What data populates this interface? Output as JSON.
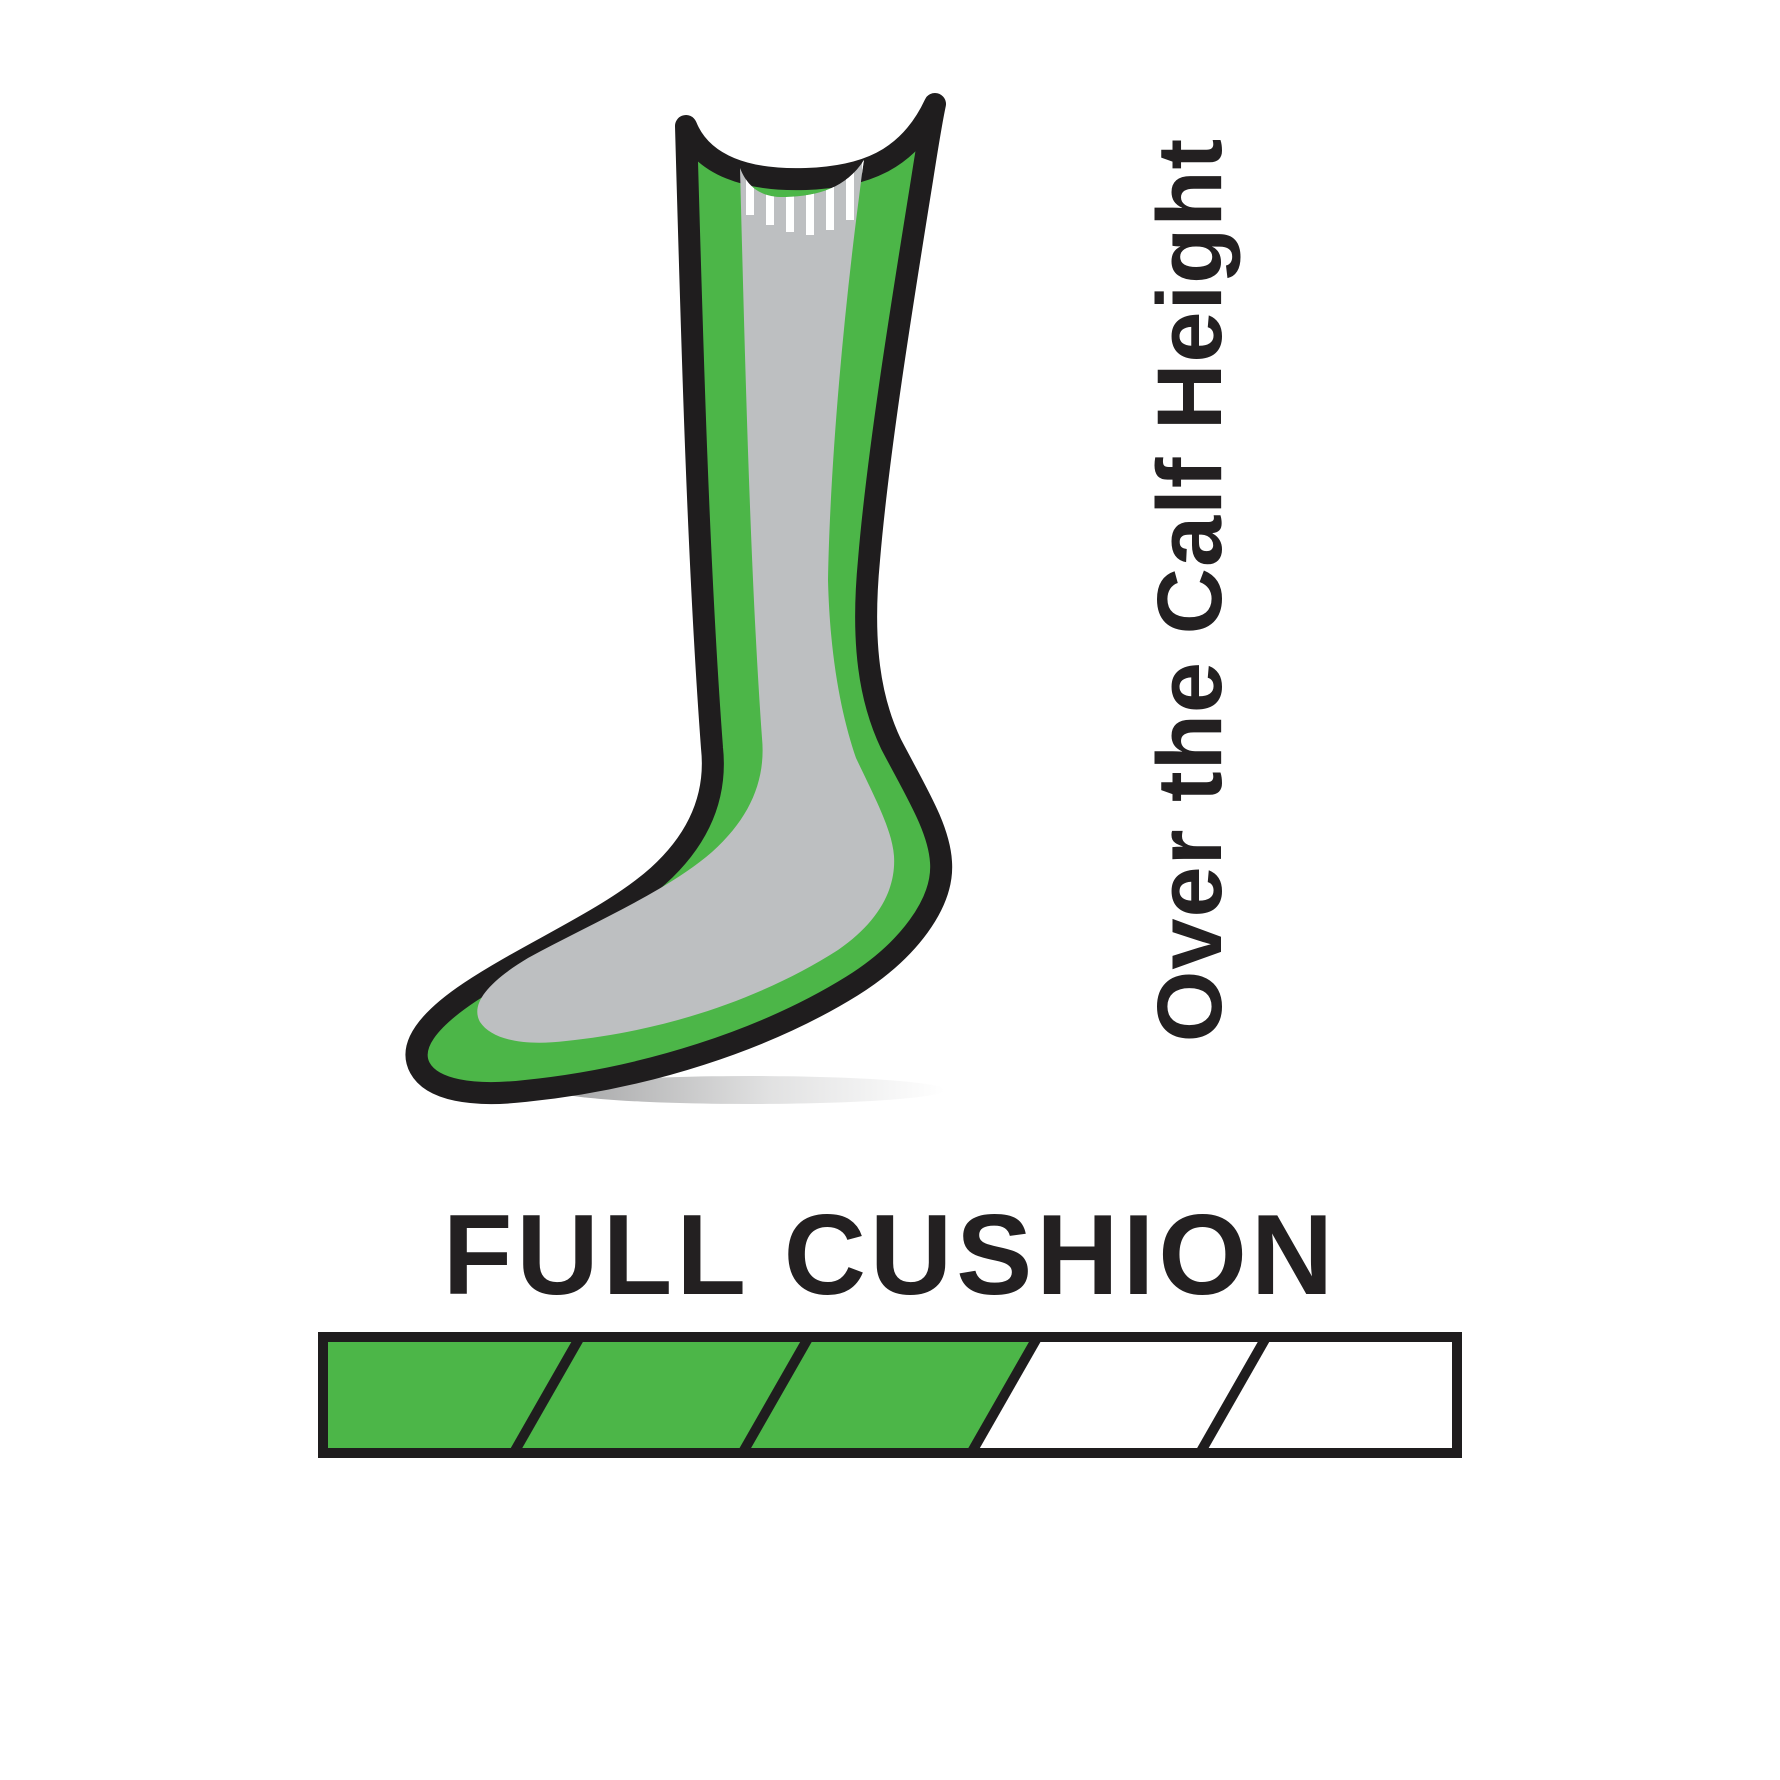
{
  "page": {
    "background": "#ffffff",
    "text_color": "#232021"
  },
  "labels": {
    "height_label": "Over the Calf Height",
    "cushion_label": "FULL CUSHION"
  },
  "sock": {
    "description": "Side-profile illustration of an over-the-calf sock with full cushion layer",
    "colors": {
      "outline": "#1f1d1e",
      "cushion_green": "#4cb648",
      "body_gray": "#bdbfc1",
      "cuff_white": "#ffffff"
    }
  },
  "cushion_meter": {
    "level": 3,
    "max": 5,
    "fill_color": "#4cb648",
    "empty_color": "#ffffff",
    "border_color": "#1f1d1e"
  }
}
